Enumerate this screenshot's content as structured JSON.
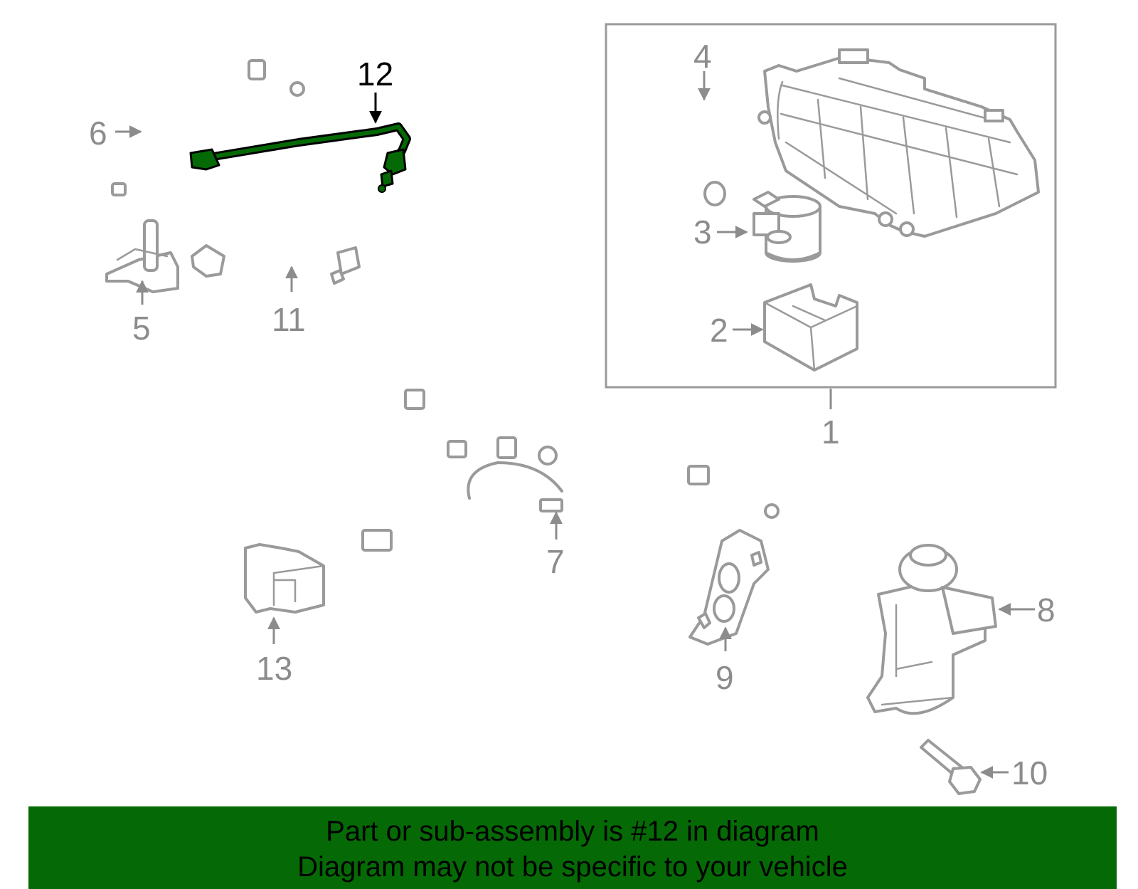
{
  "callouts": {
    "c1": "1",
    "c2": "2",
    "c3": "3",
    "c4": "4",
    "c5": "5",
    "c6": "6",
    "c7": "7",
    "c8": "8",
    "c9": "9",
    "c10": "10",
    "c11": "11",
    "c12": "12",
    "c13": "13"
  },
  "highlight_part": "12",
  "colors": {
    "highlight": "#056a05",
    "parts": "#9a9a9a",
    "banner": "#056a05"
  },
  "banner": {
    "line1": "Part or sub-assembly is #12 in diagram",
    "line2": "Diagram may not be specific to your vehicle"
  }
}
